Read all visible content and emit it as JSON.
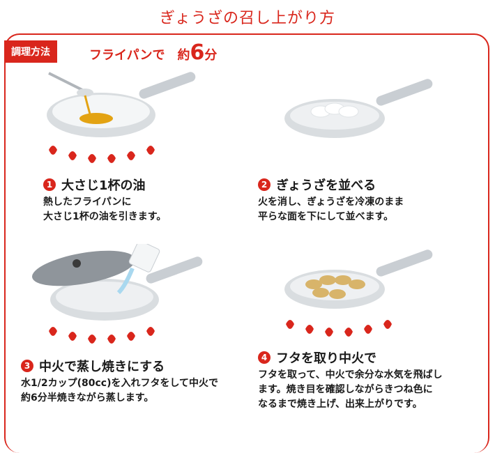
{
  "page_title": "ぎょうざの召し上がり方",
  "method_tag": "調理方法",
  "subtitle_prefix": "フライパンで　約",
  "subtitle_number": "6",
  "subtitle_unit": "分",
  "steps": [
    {
      "num": "1",
      "title": "大さじ1杯の油",
      "lines": [
        "熱したフライパンに",
        "大さじ1杯の油を引きます。"
      ]
    },
    {
      "num": "2",
      "title": "ぎょうざを並べる",
      "lines": [
        "火を消し、ぎょうざを冷凍のまま",
        "平らな面を下にして並べます。"
      ]
    },
    {
      "num": "3",
      "title": "中火で蒸し焼きにする",
      "lines": [
        "水1/2カップ(80cc)を入れフタをして中火で",
        "約6分半焼きながら蒸します。"
      ]
    },
    {
      "num": "4",
      "title": "フタを取り中火で",
      "lines": [
        "フタを取って、中火で余分な水気を飛ばし",
        "ます。焼き目を確認しながらきつね色に",
        "なるまで焼き上げ、出来上がりです。"
      ]
    }
  ],
  "colors": {
    "accent": "#d9261c",
    "pan": "#c9ced3",
    "oil": "#e3a313",
    "gyoza": "#d8b46a"
  }
}
